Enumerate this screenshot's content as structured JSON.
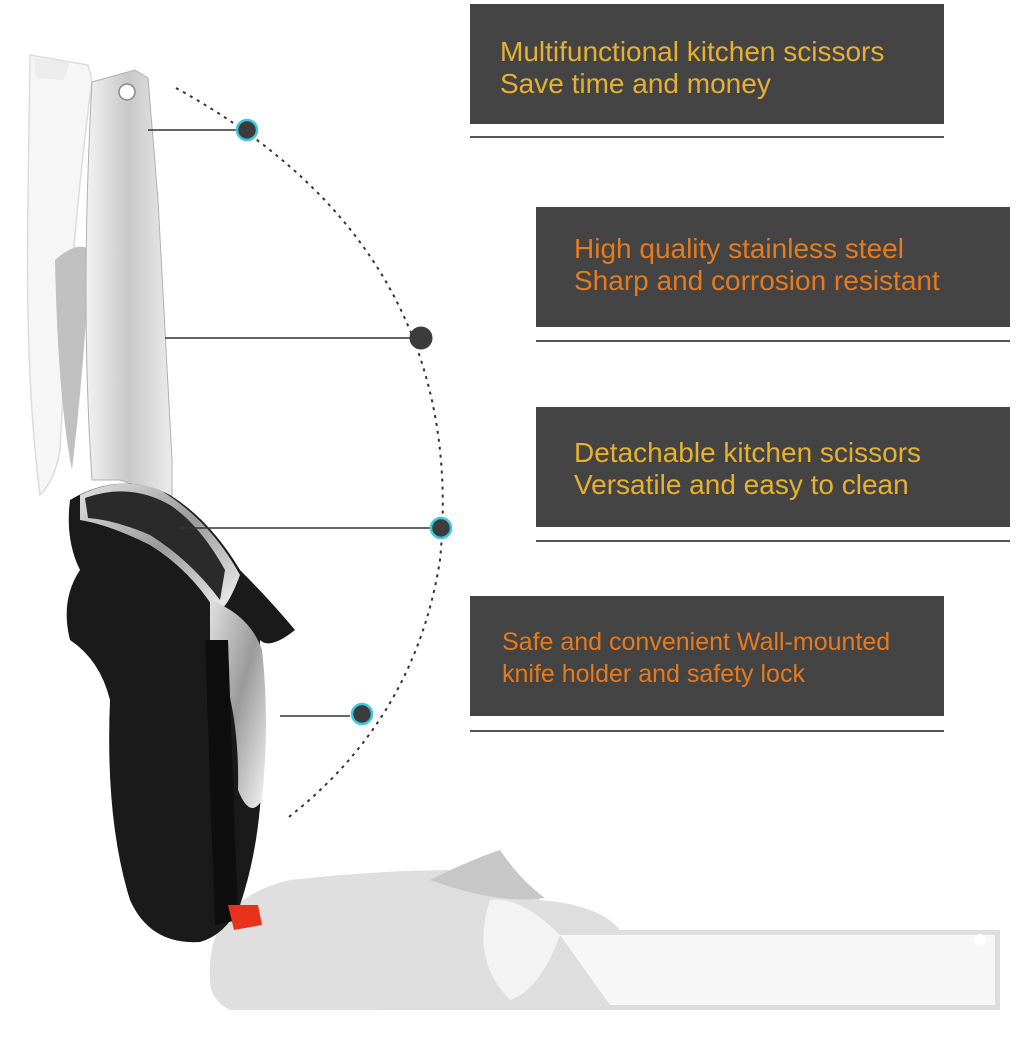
{
  "colors": {
    "banner_background": "#444444",
    "gold_text": "#e6b030",
    "orange_text": "#e67a1e",
    "dot_teal": "#3cc8dc",
    "dot_dark": "#3c3c3c",
    "blade_steel": "#c8c8c8",
    "handle_black": "#1a1a1a",
    "handle_white": "#f7f7f7"
  },
  "features": [
    {
      "line1": "Multifunctional kitchen scissors",
      "line2": "Save time and money",
      "color": "#e6b030",
      "dot": "teal"
    },
    {
      "line1": "High quality stainless steel",
      "line2": "Sharp and corrosion resistant",
      "color": "#e67a1e",
      "dot": "dark"
    },
    {
      "line1": "Detachable kitchen scissors",
      "line2": "Versatile and easy to clean",
      "color": "#e6b030",
      "dot": "teal"
    },
    {
      "line1": "Safe and convenient Wall-mounted",
      "line2": "knife holder and safety lock",
      "color": "#e67a1e",
      "dot": "teal"
    }
  ]
}
